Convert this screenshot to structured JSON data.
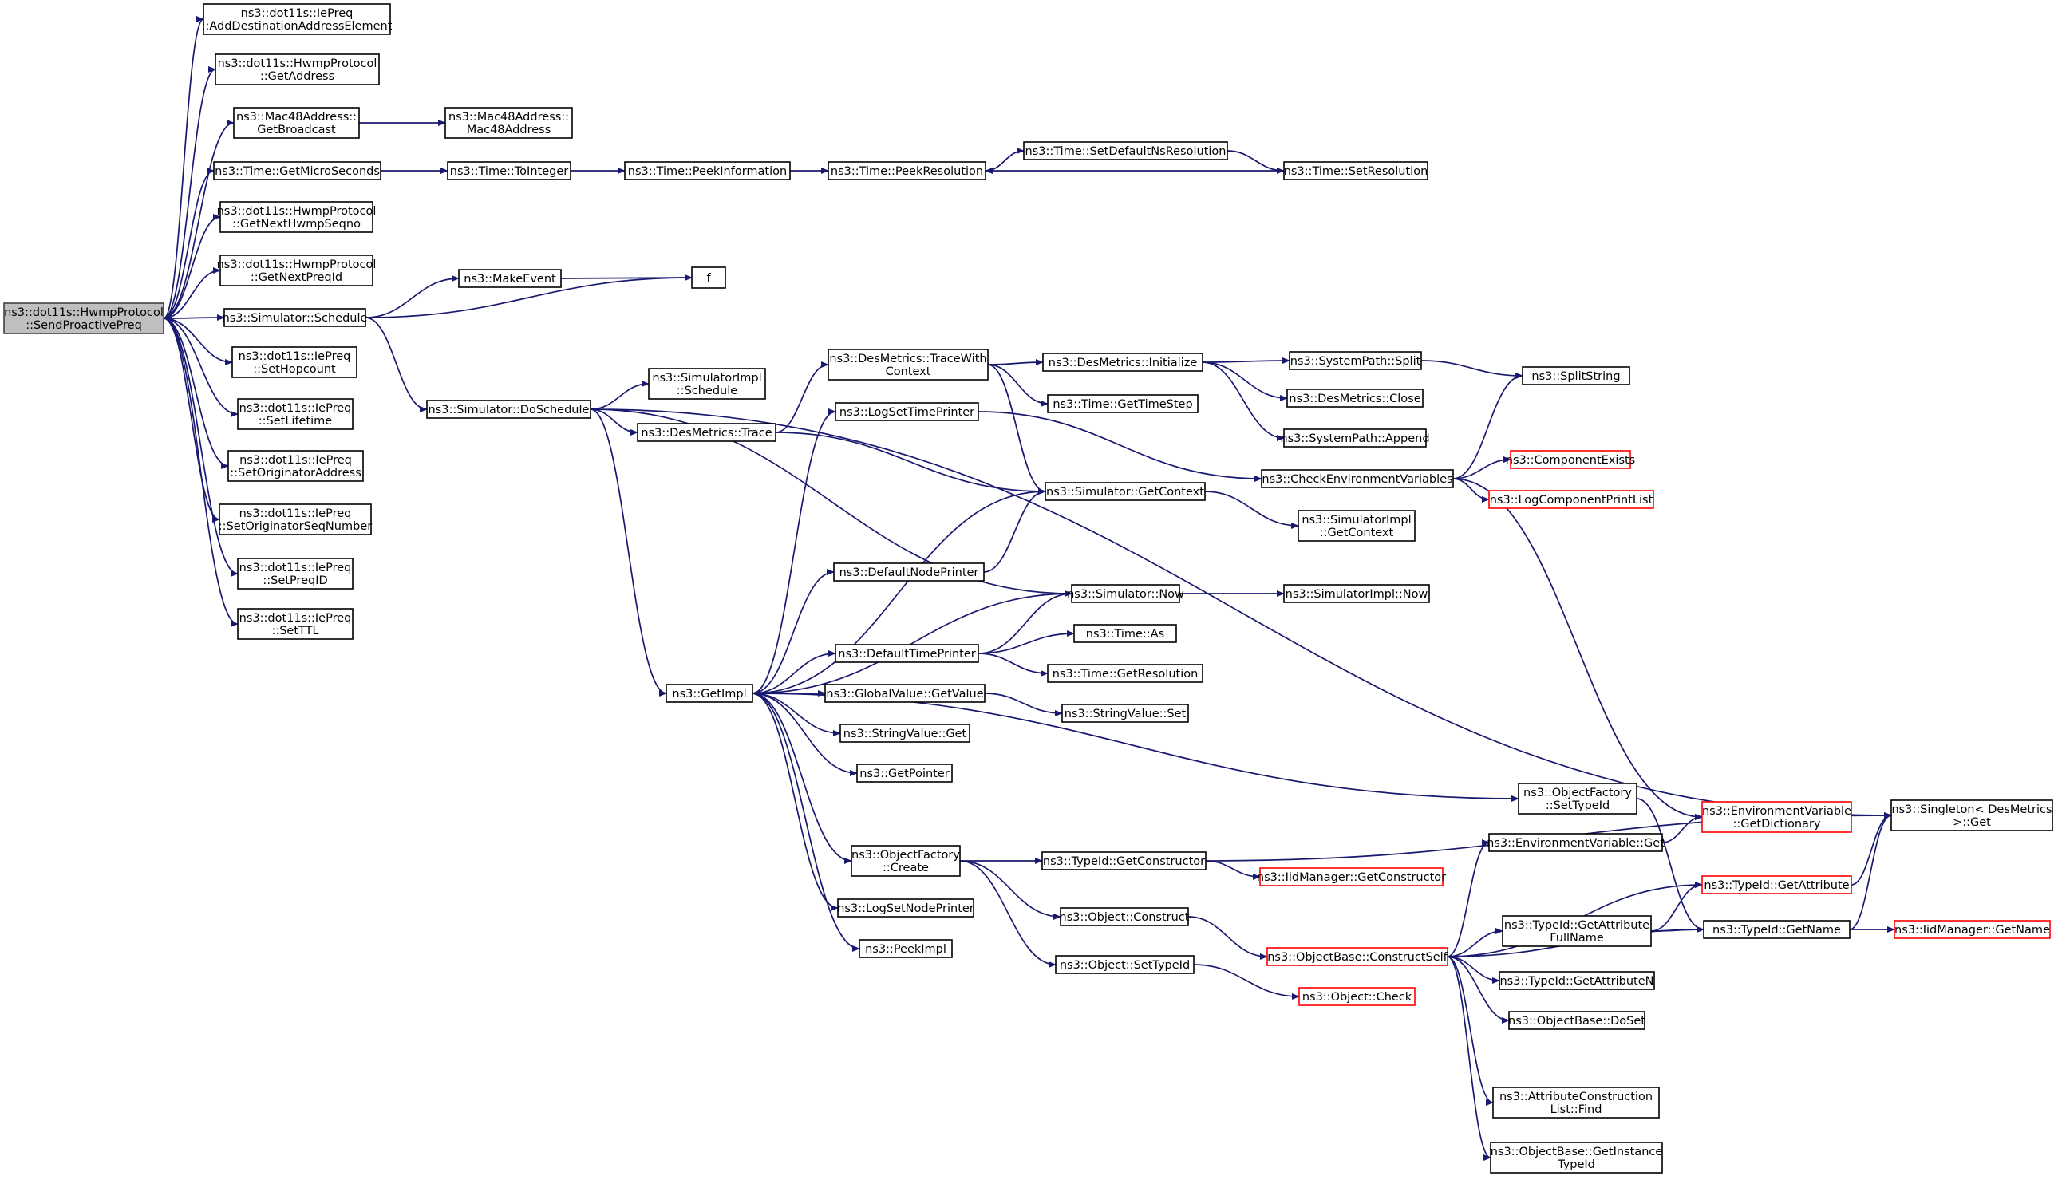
{
  "graph": {
    "title": "",
    "colors": {
      "edge": "#191970",
      "root_fill": "#bfbfbf",
      "node_border": "#000000",
      "truncated_border": "#ff0000",
      "background": "#ffffff"
    },
    "nodes": [
      {
        "id": "root",
        "lines": [
          "ns3::dot11s::HwmpProtocol",
          "::SendProactivePreq"
        ],
        "kind": "root"
      },
      {
        "id": "addDest",
        "lines": [
          "ns3::dot11s::IePreq",
          "::AddDestinationAddressElement"
        ],
        "kind": "normal"
      },
      {
        "id": "getAddress",
        "lines": [
          "ns3::dot11s::HwmpProtocol",
          "::GetAddress"
        ],
        "kind": "normal"
      },
      {
        "id": "getBroadcast",
        "lines": [
          "ns3::Mac48Address::",
          "GetBroadcast"
        ],
        "kind": "normal"
      },
      {
        "id": "mac48ctor",
        "lines": [
          "ns3::Mac48Address::",
          "Mac48Address"
        ],
        "kind": "normal"
      },
      {
        "id": "getMicro",
        "lines": [
          "ns3::Time::GetMicroSeconds"
        ],
        "kind": "normal"
      },
      {
        "id": "toInteger",
        "lines": [
          "ns3::Time::ToInteger"
        ],
        "kind": "normal"
      },
      {
        "id": "peekInfo",
        "lines": [
          "ns3::Time::PeekInformation"
        ],
        "kind": "normal"
      },
      {
        "id": "peekRes",
        "lines": [
          "ns3::Time::PeekResolution"
        ],
        "kind": "normal"
      },
      {
        "id": "setDefNs",
        "lines": [
          "ns3::Time::SetDefaultNsResolution"
        ],
        "kind": "normal"
      },
      {
        "id": "setRes",
        "lines": [
          "ns3::Time::SetResolution"
        ],
        "kind": "normal"
      },
      {
        "id": "nextSeqno",
        "lines": [
          "ns3::dot11s::HwmpProtocol",
          "::GetNextHwmpSeqno"
        ],
        "kind": "normal"
      },
      {
        "id": "nextPreqId",
        "lines": [
          "ns3::dot11s::HwmpProtocol",
          "::GetNextPreqId"
        ],
        "kind": "normal"
      },
      {
        "id": "makeEvent",
        "lines": [
          "ns3::MakeEvent"
        ],
        "kind": "normal"
      },
      {
        "id": "f",
        "lines": [
          "f"
        ],
        "kind": "normal"
      },
      {
        "id": "schedule",
        "lines": [
          "ns3::Simulator::Schedule"
        ],
        "kind": "normal"
      },
      {
        "id": "setHop",
        "lines": [
          "ns3::dot11s::IePreq",
          "::SetHopcount"
        ],
        "kind": "normal"
      },
      {
        "id": "setLife",
        "lines": [
          "ns3::dot11s::IePreq",
          "::SetLifetime"
        ],
        "kind": "normal"
      },
      {
        "id": "setOrigAddr",
        "lines": [
          "ns3::dot11s::IePreq",
          "::SetOriginatorAddress"
        ],
        "kind": "normal"
      },
      {
        "id": "setOrigSeq",
        "lines": [
          "ns3::dot11s::IePreq",
          "::SetOriginatorSeqNumber"
        ],
        "kind": "normal"
      },
      {
        "id": "setPreqId",
        "lines": [
          "ns3::dot11s::IePreq",
          "::SetPreqID"
        ],
        "kind": "normal"
      },
      {
        "id": "setTtl",
        "lines": [
          "ns3::dot11s::IePreq",
          "::SetTTL"
        ],
        "kind": "normal"
      },
      {
        "id": "doSchedule",
        "lines": [
          "ns3::Simulator::DoSchedule"
        ],
        "kind": "normal"
      },
      {
        "id": "implSchedule",
        "lines": [
          "ns3::SimulatorImpl",
          "::Schedule"
        ],
        "kind": "normal"
      },
      {
        "id": "dmTrace",
        "lines": [
          "ns3::DesMetrics::Trace"
        ],
        "kind": "normal"
      },
      {
        "id": "dmTraceCtx",
        "lines": [
          "ns3::DesMetrics::TraceWith",
          "Context"
        ],
        "kind": "normal"
      },
      {
        "id": "dmInit",
        "lines": [
          "ns3::DesMetrics::Initialize"
        ],
        "kind": "normal"
      },
      {
        "id": "spSplit",
        "lines": [
          "ns3::SystemPath::Split"
        ],
        "kind": "normal"
      },
      {
        "id": "splitString",
        "lines": [
          "ns3::SplitString"
        ],
        "kind": "normal"
      },
      {
        "id": "dmClose",
        "lines": [
          "ns3::DesMetrics::Close"
        ],
        "kind": "normal"
      },
      {
        "id": "getTimeStep",
        "lines": [
          "ns3::Time::GetTimeStep"
        ],
        "kind": "normal"
      },
      {
        "id": "spAppend",
        "lines": [
          "ns3::SystemPath::Append"
        ],
        "kind": "normal"
      },
      {
        "id": "logSetTime",
        "lines": [
          "ns3::LogSetTimePrinter"
        ],
        "kind": "normal"
      },
      {
        "id": "checkEnv",
        "lines": [
          "ns3::CheckEnvironmentVariables"
        ],
        "kind": "normal"
      },
      {
        "id": "compExists",
        "lines": [
          "ns3::ComponentExists"
        ],
        "kind": "truncated"
      },
      {
        "id": "logCompPrint",
        "lines": [
          "ns3::LogComponentPrintList"
        ],
        "kind": "truncated"
      },
      {
        "id": "simGetCtx",
        "lines": [
          "ns3::Simulator::GetContext"
        ],
        "kind": "normal"
      },
      {
        "id": "implGetCtx",
        "lines": [
          "ns3::SimulatorImpl",
          "::GetContext"
        ],
        "kind": "normal"
      },
      {
        "id": "defNodePrinter",
        "lines": [
          "ns3::DefaultNodePrinter"
        ],
        "kind": "normal"
      },
      {
        "id": "simNow",
        "lines": [
          "ns3::Simulator::Now"
        ],
        "kind": "normal"
      },
      {
        "id": "implNow",
        "lines": [
          "ns3::SimulatorImpl::Now"
        ],
        "kind": "normal"
      },
      {
        "id": "timeAs",
        "lines": [
          "ns3::Time::As"
        ],
        "kind": "normal"
      },
      {
        "id": "defTimePrinter",
        "lines": [
          "ns3::DefaultTimePrinter"
        ],
        "kind": "normal"
      },
      {
        "id": "timeGetRes",
        "lines": [
          "ns3::Time::GetResolution"
        ],
        "kind": "normal"
      },
      {
        "id": "getImpl",
        "lines": [
          "ns3::GetImpl"
        ],
        "kind": "normal"
      },
      {
        "id": "gvGetValue",
        "lines": [
          "ns3::GlobalValue::GetValue"
        ],
        "kind": "normal"
      },
      {
        "id": "svSet",
        "lines": [
          "ns3::StringValue::Set"
        ],
        "kind": "normal"
      },
      {
        "id": "svGet",
        "lines": [
          "ns3::StringValue::Get"
        ],
        "kind": "normal"
      },
      {
        "id": "getPointer",
        "lines": [
          "ns3::GetPointer"
        ],
        "kind": "normal"
      },
      {
        "id": "ofSetTypeId",
        "lines": [
          "ns3::ObjectFactory",
          "::SetTypeId"
        ],
        "kind": "normal"
      },
      {
        "id": "envGetDict",
        "lines": [
          "ns3::EnvironmentVariable",
          "::GetDictionary"
        ],
        "kind": "truncated"
      },
      {
        "id": "singletonGet",
        "lines": [
          "ns3::Singleton< DesMetrics",
          "  >::Get"
        ],
        "kind": "normal"
      },
      {
        "id": "envGet",
        "lines": [
          "ns3::EnvironmentVariable::Get"
        ],
        "kind": "normal"
      },
      {
        "id": "ofCreate",
        "lines": [
          "ns3::ObjectFactory",
          "::Create"
        ],
        "kind": "normal"
      },
      {
        "id": "tidGetCtor",
        "lines": [
          "ns3::TypeId::GetConstructor"
        ],
        "kind": "normal"
      },
      {
        "id": "iidGetCtor",
        "lines": [
          "ns3::IidManager::GetConstructor"
        ],
        "kind": "truncated"
      },
      {
        "id": "tidGetAttr",
        "lines": [
          "ns3::TypeId::GetAttribute"
        ],
        "kind": "truncated"
      },
      {
        "id": "logSetNode",
        "lines": [
          "ns3::LogSetNodePrinter"
        ],
        "kind": "normal"
      },
      {
        "id": "objConstruct",
        "lines": [
          "ns3::Object::Construct"
        ],
        "kind": "normal"
      },
      {
        "id": "tidAttrFull",
        "lines": [
          "ns3::TypeId::GetAttribute",
          "FullName"
        ],
        "kind": "normal"
      },
      {
        "id": "tidGetName",
        "lines": [
          "ns3::TypeId::GetName"
        ],
        "kind": "normal"
      },
      {
        "id": "iidGetName",
        "lines": [
          "ns3::IidManager::GetName"
        ],
        "kind": "truncated"
      },
      {
        "id": "peekImpl",
        "lines": [
          "ns3::PeekImpl"
        ],
        "kind": "normal"
      },
      {
        "id": "obConstructSelf",
        "lines": [
          "ns3::ObjectBase::ConstructSelf"
        ],
        "kind": "truncated"
      },
      {
        "id": "tidAttrN",
        "lines": [
          "ns3::TypeId::GetAttributeN"
        ],
        "kind": "normal"
      },
      {
        "id": "objSetTypeId",
        "lines": [
          "ns3::Object::SetTypeId"
        ],
        "kind": "normal"
      },
      {
        "id": "objCheck",
        "lines": [
          "ns3::Object::Check"
        ],
        "kind": "truncated"
      },
      {
        "id": "obDoSet",
        "lines": [
          "ns3::ObjectBase::DoSet"
        ],
        "kind": "normal"
      },
      {
        "id": "aclFind",
        "lines": [
          "ns3::AttributeConstruction",
          "List::Find"
        ],
        "kind": "normal"
      },
      {
        "id": "obGetInst",
        "lines": [
          "ns3::ObjectBase::GetInstance",
          "TypeId"
        ],
        "kind": "normal"
      }
    ],
    "edges": [
      [
        "root",
        "addDest"
      ],
      [
        "root",
        "getAddress"
      ],
      [
        "root",
        "getBroadcast"
      ],
      [
        "root",
        "getMicro"
      ],
      [
        "root",
        "nextSeqno"
      ],
      [
        "root",
        "nextPreqId"
      ],
      [
        "root",
        "schedule"
      ],
      [
        "root",
        "setHop"
      ],
      [
        "root",
        "setLife"
      ],
      [
        "root",
        "setOrigAddr"
      ],
      [
        "root",
        "setOrigSeq"
      ],
      [
        "root",
        "setPreqId"
      ],
      [
        "root",
        "setTtl"
      ],
      [
        "getBroadcast",
        "mac48ctor"
      ],
      [
        "getMicro",
        "toInteger"
      ],
      [
        "toInteger",
        "peekInfo"
      ],
      [
        "peekInfo",
        "peekRes"
      ],
      [
        "peekRes",
        "setDefNs"
      ],
      [
        "setDefNs",
        "setRes"
      ],
      [
        "setRes",
        "peekRes"
      ],
      [
        "schedule",
        "makeEvent"
      ],
      [
        "schedule",
        "f"
      ],
      [
        "makeEvent",
        "f"
      ],
      [
        "schedule",
        "doSchedule"
      ],
      [
        "doSchedule",
        "singletonGet"
      ],
      [
        "doSchedule",
        "implSchedule"
      ],
      [
        "doSchedule",
        "dmTrace"
      ],
      [
        "doSchedule",
        "simNow"
      ],
      [
        "doSchedule",
        "getImpl"
      ],
      [
        "dmTrace",
        "dmTraceCtx"
      ],
      [
        "dmTrace",
        "simGetCtx"
      ],
      [
        "dmTraceCtx",
        "dmInit"
      ],
      [
        "dmTraceCtx",
        "getTimeStep"
      ],
      [
        "dmTraceCtx",
        "simGetCtx"
      ],
      [
        "dmInit",
        "spSplit"
      ],
      [
        "dmInit",
        "dmClose"
      ],
      [
        "dmInit",
        "spAppend"
      ],
      [
        "spSplit",
        "splitString"
      ],
      [
        "logSetTime",
        "checkEnv"
      ],
      [
        "checkEnv",
        "splitString"
      ],
      [
        "checkEnv",
        "compExists"
      ],
      [
        "checkEnv",
        "logCompPrint"
      ],
      [
        "checkEnv",
        "envGetDict"
      ],
      [
        "simGetCtx",
        "implGetCtx"
      ],
      [
        "simGetCtx",
        "getImpl"
      ],
      [
        "defNodePrinter",
        "simGetCtx"
      ],
      [
        "simNow",
        "implNow"
      ],
      [
        "simNow",
        "getImpl"
      ],
      [
        "defTimePrinter",
        "simNow"
      ],
      [
        "defTimePrinter",
        "timeAs"
      ],
      [
        "defTimePrinter",
        "timeGetRes"
      ],
      [
        "getImpl",
        "logSetTime"
      ],
      [
        "getImpl",
        "defNodePrinter"
      ],
      [
        "getImpl",
        "defTimePrinter"
      ],
      [
        "getImpl",
        "gvGetValue"
      ],
      [
        "getImpl",
        "svGet"
      ],
      [
        "getImpl",
        "getPointer"
      ],
      [
        "getImpl",
        "ofSetTypeId"
      ],
      [
        "getImpl",
        "ofCreate"
      ],
      [
        "getImpl",
        "logSetNode"
      ],
      [
        "getImpl",
        "peekImpl"
      ],
      [
        "gvGetValue",
        "svSet"
      ],
      [
        "ofSetTypeId",
        "tidGetName"
      ],
      [
        "ofCreate",
        "tidGetCtor"
      ],
      [
        "ofCreate",
        "objConstruct"
      ],
      [
        "ofCreate",
        "objSetTypeId"
      ],
      [
        "tidGetCtor",
        "iidGetCtor"
      ],
      [
        "tidGetCtor",
        "singletonGet"
      ],
      [
        "objConstruct",
        "obConstructSelf"
      ],
      [
        "objSetTypeId",
        "objCheck"
      ],
      [
        "envGet",
        "envGetDict"
      ],
      [
        "obConstructSelf",
        "envGet"
      ],
      [
        "obConstructSelf",
        "tidGetAttr"
      ],
      [
        "obConstructSelf",
        "tidAttrFull"
      ],
      [
        "obConstructSelf",
        "tidAttrN"
      ],
      [
        "obConstructSelf",
        "obDoSet"
      ],
      [
        "obConstructSelf",
        "tidGetName"
      ],
      [
        "obConstructSelf",
        "aclFind"
      ],
      [
        "obConstructSelf",
        "obGetInst"
      ],
      [
        "tidAttrFull",
        "tidGetAttr"
      ],
      [
        "tidAttrFull",
        "tidGetName"
      ],
      [
        "tidGetAttr",
        "singletonGet"
      ],
      [
        "tidGetName",
        "singletonGet"
      ],
      [
        "tidGetName",
        "iidGetName"
      ]
    ]
  }
}
